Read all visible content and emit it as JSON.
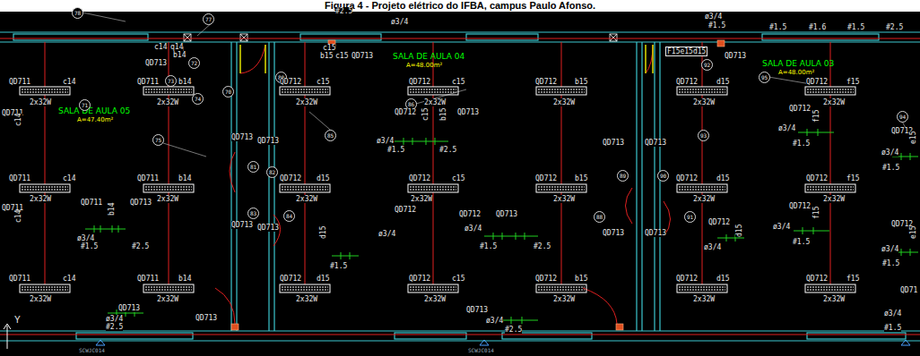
{
  "diagram": {
    "title": "Figura 4 - Projeto elétrico do IFBA, campus Paulo Afonso.",
    "nodes": [
      {
        "text": [
          "SALA DE AULA 05",
          "A=47.40m²"
        ]
      },
      {
        "text": [
          "SALA DE AULA 04",
          "A=48.00m²"
        ]
      },
      {
        "text": [
          "SALA DE AULA 03",
          "A=48.00m²"
        ]
      }
    ],
    "labels": [
      "78",
      "77",
      "#2.5",
      "ø3/4",
      "ø3/4",
      "#1.5",
      "#1.5",
      "#1.6",
      "#1.5",
      "#2.5",
      "c14",
      "q14",
      "b14",
      "QD713",
      "72",
      "73",
      "74",
      "71",
      "70",
      "c15",
      "b15",
      "c15",
      "QD713",
      "F15e15d15",
      "QD713",
      "92",
      "80",
      "86",
      "95",
      "QD711",
      "c14",
      "QD711",
      "b14",
      "2x32W",
      "2x32W",
      "QD711",
      "c14",
      "75",
      "QD713",
      "QD713",
      "81",
      "82",
      "83",
      "84",
      "85",
      "QD711",
      "c14",
      "QD711",
      "b14",
      "2x32W",
      "2x32W",
      "QD711",
      "c14",
      "QD711",
      "QD713",
      "b14",
      "ø3/4",
      "#1.5",
      "#2.5",
      "QD713",
      "QD713",
      "QD711",
      "c14",
      "QD711",
      "b14",
      "2x32W",
      "2x32W",
      "QD713",
      "ø3/4",
      "#2.5",
      "QD713",
      "QD712",
      "c15",
      "QD712",
      "c15",
      "QD712",
      "b15",
      "2x32W",
      "2x32W",
      "2x32W",
      "QD712",
      "c15",
      "b15",
      "QD713",
      "ø3/4",
      "#1.5",
      "#2.5",
      "89",
      "90",
      "QD713",
      "QD713",
      "QD712",
      "d15",
      "QD712",
      "c15",
      "QD712",
      "b15",
      "2x32W",
      "2x32W",
      "2x32W",
      "QD712",
      "QD712",
      "QD713",
      "ø3/4",
      "#1.5",
      "#2.5",
      "ø3/4",
      "d15",
      "#1.5",
      "88",
      "91",
      "QD713",
      "QD713",
      "QD712",
      "d15",
      "QD712",
      "c15",
      "QD712",
      "b15",
      "2x32W",
      "2x32W",
      "2x32W",
      "QD713",
      "ø3/4",
      "#2.5",
      "QD712",
      "d15",
      "QD712",
      "f15",
      "2x32W",
      "2x32W",
      "QD712",
      "f15",
      "ø3/4",
      "#1.5",
      "93",
      "94",
      "QD712",
      "e15",
      "ø3/4",
      "#1.5",
      "QD712",
      "d15",
      "QD712",
      "f15",
      "2x32W",
      "2x32W",
      "QD712",
      "f15",
      "ø3/4",
      "#1.5",
      "QD712",
      "d15",
      "ø3/4",
      "QD712",
      "e15",
      "ø3/4",
      "#1.5",
      "QD712",
      "d15",
      "QD712",
      "f15",
      "2x32W",
      "2x32W",
      "QD71",
      "ø3/4",
      "#1.5",
      "Y",
      "SCWJC014",
      "SCWJC014"
    ]
  }
}
